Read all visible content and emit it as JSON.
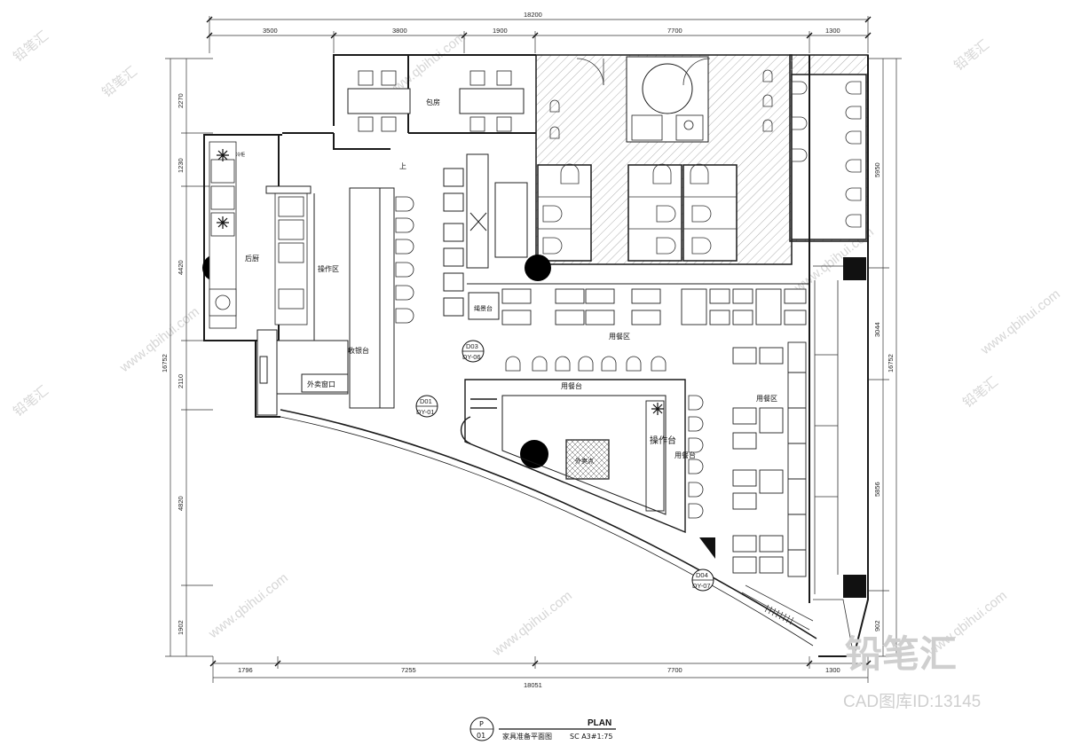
{
  "dimensions": {
    "top_total": "18200",
    "top": [
      "3500",
      "3800",
      "1900",
      "7700",
      "1300"
    ],
    "bottom": [
      "1796",
      "7255",
      "7700",
      "1300"
    ],
    "bottom_total": "18051",
    "left": [
      "2270",
      "1230",
      "4420",
      "2110",
      "4820",
      "1902"
    ],
    "left_total": "16752",
    "right": [
      "5950",
      "3044",
      "5856",
      "902"
    ],
    "right_total": "16752"
  },
  "rooms": {
    "private_room": "包房",
    "back_kitchen": "后厨",
    "operation_area": "操作区",
    "cashier": "收银台",
    "takeout_window": "外卖窗口",
    "landscape_table": "绳景台",
    "dining_area_1": "用餐区",
    "dining_area_2": "用餐区",
    "dining_counter_1": "用餐台",
    "dining_counter_2": "用餐台",
    "bar_operation": "操作台",
    "counter_center": "外卖点",
    "up_mark": "上",
    "stove_note": "冷柜"
  },
  "markers": [
    {
      "top": "D03",
      "bottom": "DY-06"
    },
    {
      "top": "D01",
      "bottom": "DY-01"
    },
    {
      "top": "D04",
      "bottom": "DY-07"
    }
  ],
  "title_block": {
    "symbol_top": "P",
    "symbol_bottom": "01",
    "plan_label": "PLAN",
    "title": "家具准备平面图",
    "scale": "SC A3#1:75"
  },
  "watermark": {
    "brand": "铅笔汇",
    "id_text": "CAD图库ID:13145",
    "url": "www.qbihui.com",
    "small_brand": "铅笔汇"
  },
  "colors": {
    "line": "#1a1a1a",
    "hatch": "#888888",
    "watermark": "#d6d6d6"
  }
}
